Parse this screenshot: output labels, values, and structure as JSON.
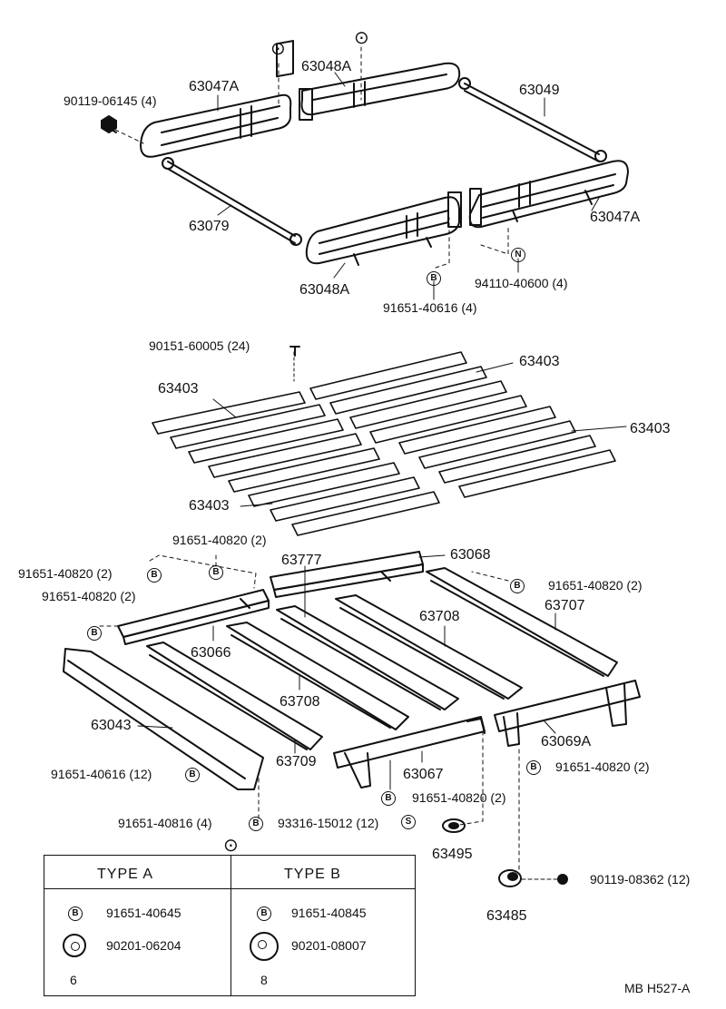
{
  "top_marks": {
    "left": "⊙",
    "right": "⊙"
  },
  "rack": {
    "p63047A_top": "63047A",
    "p63048A_top": "63048A",
    "p63049": "63049",
    "p90119_06145": "90119-06145 (4)",
    "p63079": "63079",
    "p63048A_bottom": "63048A",
    "p63047A_right": "63047A",
    "p94110": "94110-40600 (4)",
    "p91651_40616_4": "91651-40616 (4)",
    "badge_b": "B",
    "badge_n": "N"
  },
  "slats": {
    "p90151": "90151-60005 (24)",
    "p63403_a": "63403",
    "p63403_b": "63403",
    "p63403_c": "63403",
    "p63403_d": "63403"
  },
  "frame": {
    "p91651_40820_a": "91651-40820 (2)",
    "p63777": "63777",
    "p63068": "63068",
    "p91651_40820_b": "91651-40820 (2)",
    "p91651_40820_c": "91651-40820 (2)",
    "p91651_40820_d": "91651-40820 (2)",
    "p63707": "63707",
    "p63708_a": "63708",
    "p63066": "63066",
    "p63708_b": "63708",
    "p63043": "63043",
    "p63069A": "63069A",
    "p91651_40616_12": "91651-40616 (12)",
    "p63709": "63709",
    "p63067": "63067",
    "p91651_40820_e": "91651-40820 (2)",
    "p91651_40820_f": "91651-40820 (2)",
    "p91651_40816": "91651-40816 (4)",
    "p93316": "93316-15012 (12)",
    "p63495": "63495",
    "p90119_08362": "90119-08362 (12)",
    "p63485": "63485",
    "badge_s": "S"
  },
  "legend": {
    "mark": "⊙",
    "type_a": "TYPE  A",
    "type_b": "TYPE  B",
    "a_bolt": "91651-40645",
    "a_washer": "90201-06204",
    "a_size": "6",
    "b_bolt": "91651-40845",
    "b_washer": "90201-08007",
    "b_size": "8"
  },
  "footer": {
    "code": "MB  H527-A"
  }
}
